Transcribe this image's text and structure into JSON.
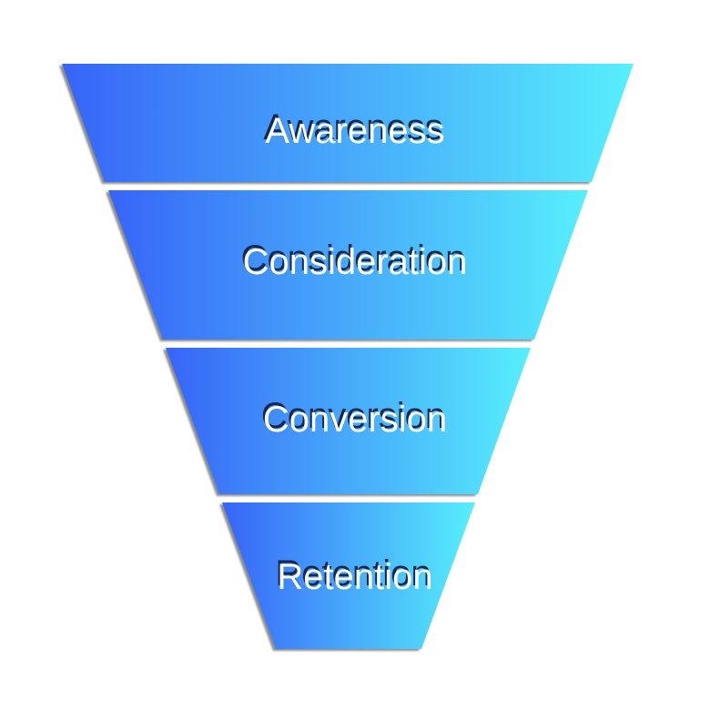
{
  "funnel": {
    "type": "funnel-diagram",
    "stages": [
      {
        "id": "awareness",
        "label": "Awareness"
      },
      {
        "id": "consideration",
        "label": "Consideration"
      },
      {
        "id": "conversion",
        "label": "Conversion"
      },
      {
        "id": "retention",
        "label": "Retention"
      }
    ],
    "colors": {
      "gradient_left": "#3764F8",
      "gradient_right": "#57EFFC",
      "label_text": "#FFFFFF",
      "label_shadow": "#16274D",
      "background": "#FFFFFF"
    }
  }
}
